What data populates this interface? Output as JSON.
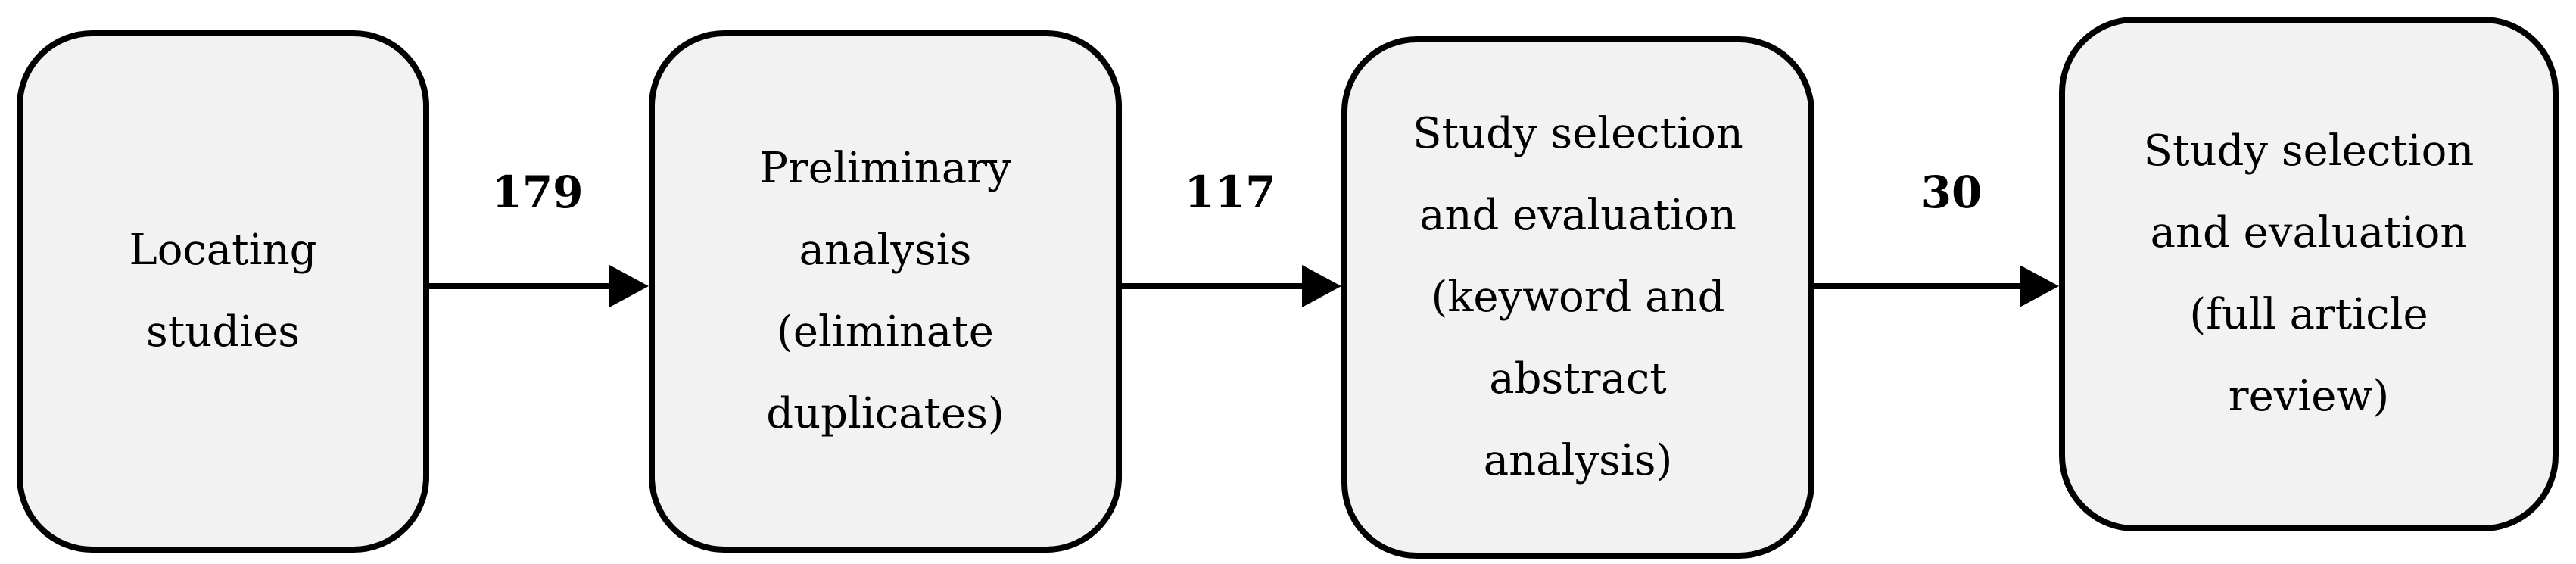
{
  "steps": [
    {
      "label": "Locating\nstudies"
    },
    {
      "label": "Preliminary\nanalysis\n(eliminate\nduplicates)"
    },
    {
      "label": "Study selection\nand evaluation\n(keyword and\nabstract\nanalysis)"
    },
    {
      "label": "Study selection\nand evaluation\n(full article\nreview)"
    }
  ],
  "counts": [
    "179",
    "117",
    "30"
  ],
  "colors": {
    "box_fill": "#f2f2f2",
    "stroke": "#000000"
  }
}
